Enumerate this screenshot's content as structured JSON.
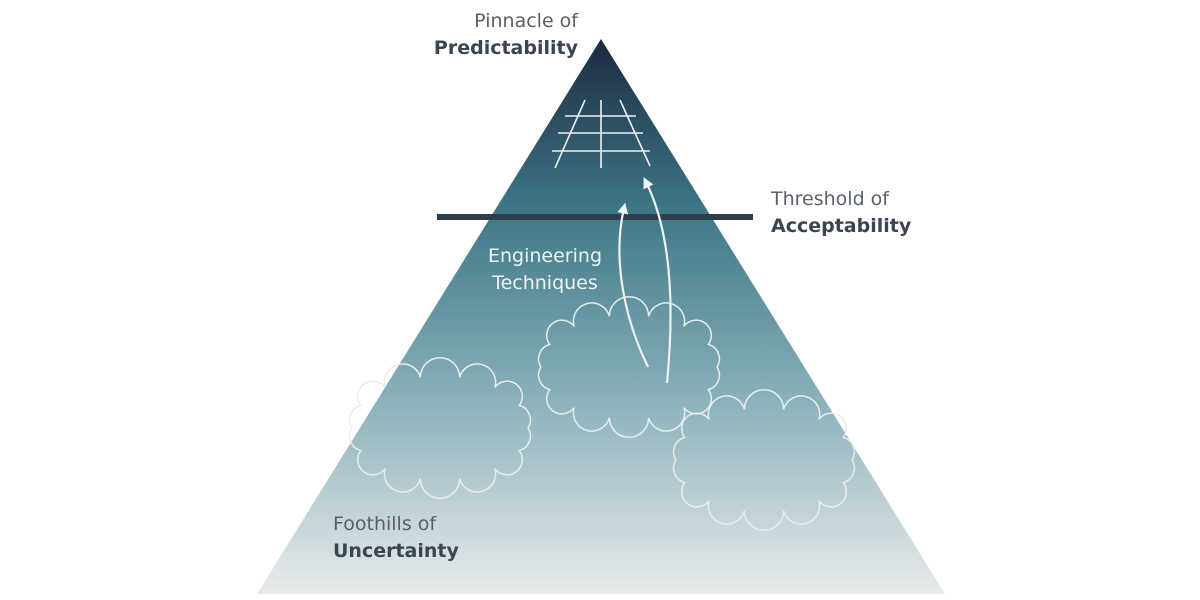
{
  "title": "Pyramid of Predictability",
  "labels": {
    "pinnacle": {
      "line1": "Pinnacle of",
      "line2": "Predictability"
    },
    "threshold": {
      "line1": "Threshold of",
      "line2": "Acceptability"
    },
    "foothills": {
      "line1": "Foothills of",
      "line2": "Uncertainty"
    },
    "engineering": {
      "line1": "Engineering",
      "line2": "Techniques"
    }
  },
  "colors": {
    "top": "#1d2a40",
    "middle": "#3f7887",
    "bottom": "#e9ebeb",
    "threshold_line": "#2e3d4b",
    "stroke": "#eef2f3"
  },
  "icons": [
    "grid-icon",
    "cloud-icon",
    "arrow-icon"
  ]
}
